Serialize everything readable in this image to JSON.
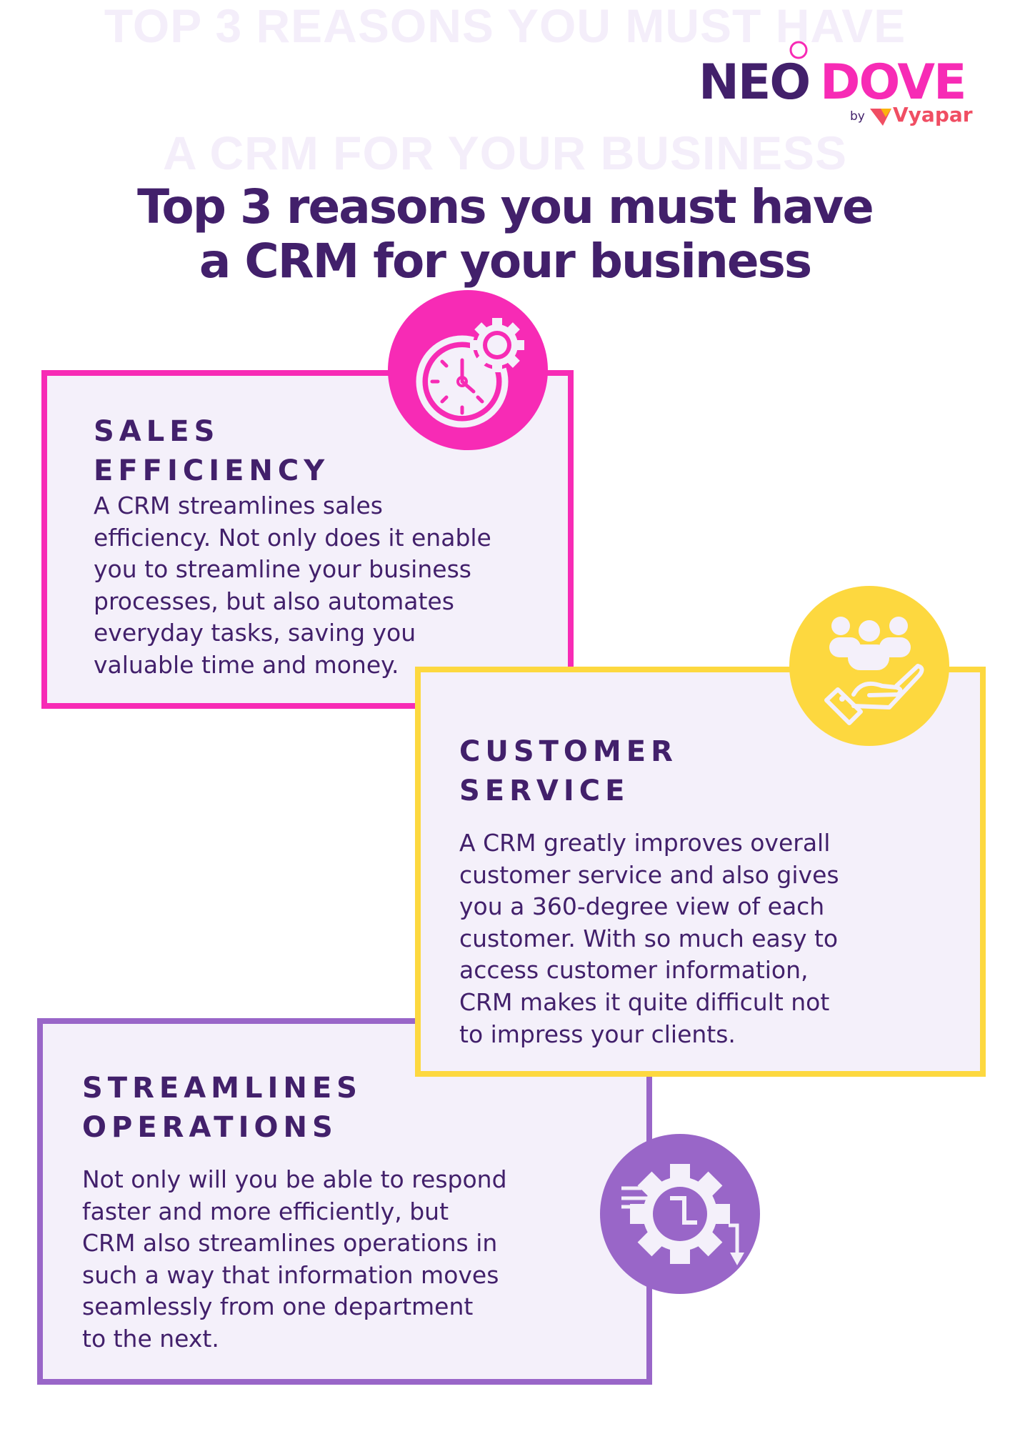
{
  "brand": {
    "name_left": "NEO",
    "name_right": "DOVE",
    "by": "by",
    "partner": "Vyapar"
  },
  "watermark": {
    "line1": "TOP 3 REASONS YOU MUST HAVE",
    "line2": "A CRM FOR YOUR BUSINESS"
  },
  "title": {
    "line1": "Top 3 reasons you must have",
    "line2": "a CRM for your business"
  },
  "colors": {
    "primary": "#42206b",
    "pink": "#f72bb5",
    "yellow": "#fdd83f",
    "purple": "#9966c8",
    "card_bg": "#f4f0fa"
  },
  "cards": [
    {
      "icon": "clock-gear-icon",
      "heading": [
        "SALES",
        "EFFICIENCY"
      ],
      "body": [
        "A CRM streamlines sales",
        "efficiency. Not only does it enable",
        "you to streamline your business",
        "processes, but also automates",
        "everyday tasks, saving you",
        "valuable time and money."
      ]
    },
    {
      "icon": "people-hand-icon",
      "heading": [
        "CUSTOMER",
        "SERVICE"
      ],
      "body": [
        "A CRM greatly improves overall",
        "customer service and also gives",
        "you a 360-degree view of each",
        "customer. With so much easy to",
        "access customer information,",
        "CRM makes it quite difficult not",
        "to impress your clients."
      ]
    },
    {
      "icon": "gear-flow-icon",
      "heading": [
        "STREAMLINES",
        "OPERATIONS"
      ],
      "body": [
        "Not only will you be able to respond",
        "faster and more efficiently, but",
        "CRM also streamlines operations in",
        "such a way that information moves",
        "seamlessly from one department",
        "to the next."
      ]
    }
  ]
}
